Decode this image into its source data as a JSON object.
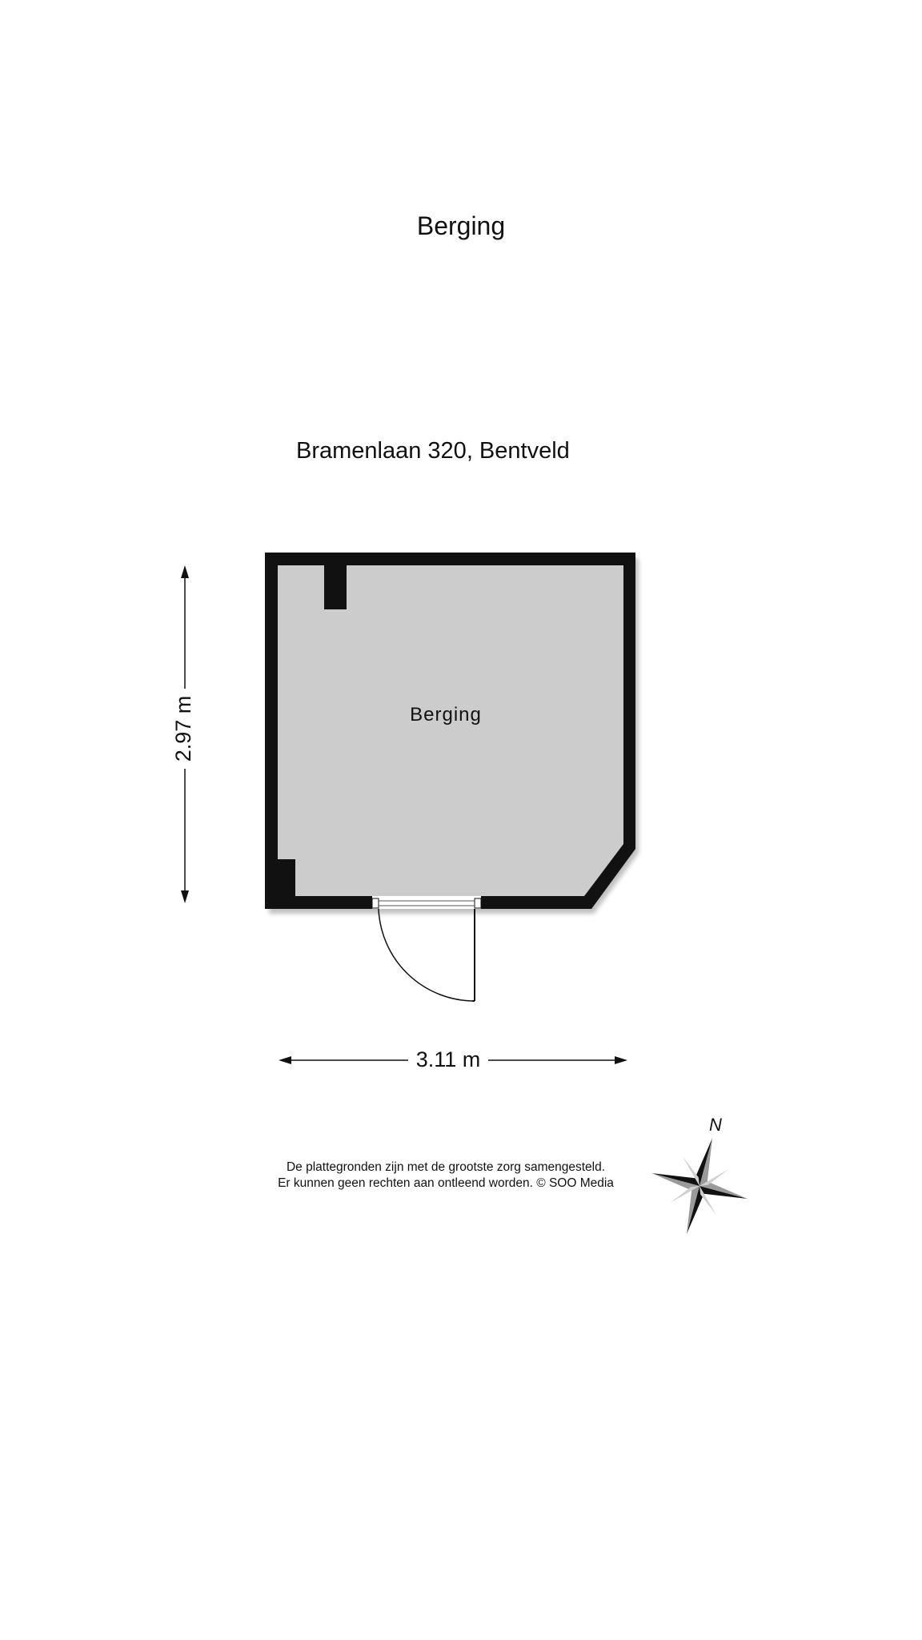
{
  "page": {
    "title": "Berging",
    "address": "Bramenlaan 320, Bentveld"
  },
  "room": {
    "label": "Berging"
  },
  "dimensions": {
    "width_label": "3.11 m",
    "height_label": "2.97 m"
  },
  "disclaimer": {
    "line1": "De plattegronden zijn met de grootste zorg samengesteld.",
    "line2": "Er kunnen geen rechten aan ontleend worden. © SOO Media"
  },
  "compass": {
    "north_label": "N"
  },
  "colors": {
    "wall": "#111111",
    "floor": "#cccccc",
    "background": "#ffffff"
  }
}
